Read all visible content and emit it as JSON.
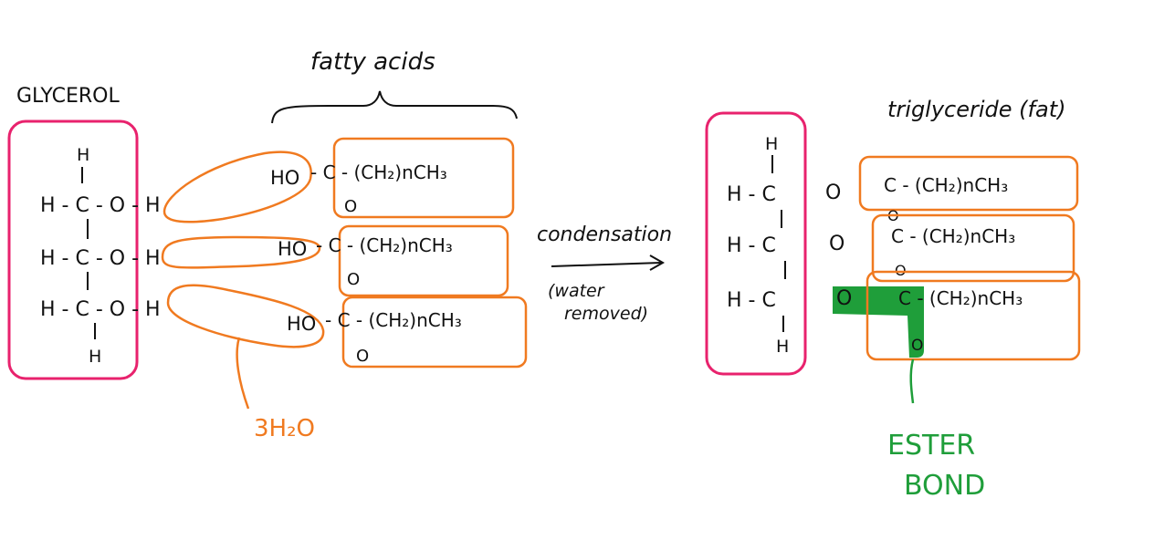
{
  "labels": {
    "glycerol": "GLYCEROL",
    "fatty_acids": "fatty acids",
    "triglyceride": "triglyceride (fat)",
    "condensation": "condensation",
    "water_removed_1": "(water",
    "water_removed_2": "removed)",
    "water": "3H₂O",
    "ester_1": "ESTER",
    "ester_2": "BOND"
  },
  "glycerol_rows": [
    {
      "left": "H - C - O - H"
    },
    {
      "left": "H - C - O - H"
    },
    {
      "left": "H - C - O - H"
    }
  ],
  "glycerol_top_h": "H",
  "glycerol_bottom_h": "H",
  "fatty_acid_rows": [
    {
      "ho": "HO",
      "chain": "- C - (CH₂)nCH₃",
      "carbonyl": "O"
    },
    {
      "ho": "HO",
      "chain": "- C - (CH₂)nCH₃",
      "carbonyl": "O"
    },
    {
      "ho": "HO",
      "chain": "- C - (CH₂)nCH₃",
      "carbonyl": "O"
    }
  ],
  "product_rows": [
    {
      "left": "H - C",
      "o": "O",
      "chain": "C - (CH₂)nCH₃",
      "carbonyl": "O"
    },
    {
      "left": "H - C",
      "o": "O",
      "chain": "C - (CH₂)nCH₃",
      "carbonyl": "O"
    },
    {
      "left": "H - C",
      "o": "O",
      "chain": "C - (CH₂)nCH₃",
      "carbonyl": "O"
    }
  ],
  "product_top_h": "H",
  "product_bottom_h": "H",
  "colors": {
    "glycerol_box": "#e8226d",
    "orange": "#f07a20",
    "green": "#1f9e3a",
    "ink": "#111111"
  }
}
